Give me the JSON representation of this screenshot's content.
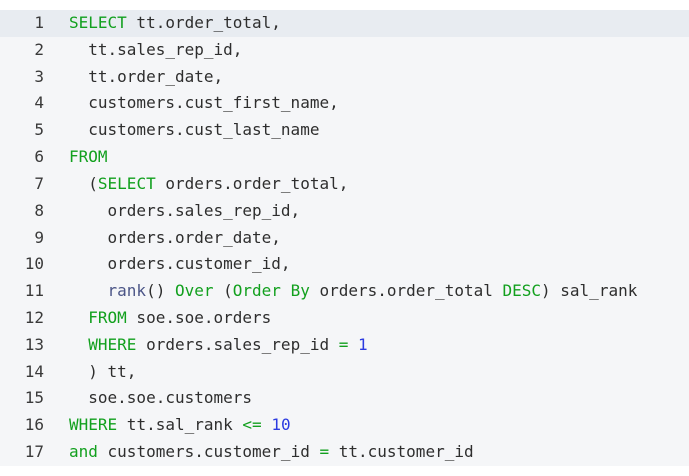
{
  "editor": {
    "language": "sql",
    "highlighted_line": "1",
    "colors": {
      "background": "#f5f6f8",
      "highlight_row": "#e8ecf1",
      "text": "#2e2e2e",
      "line_number": "#3a3a3a",
      "keyword": "#12a01e",
      "function": "#4b5587",
      "number": "#2b3ae0"
    },
    "lines": [
      {
        "number": "1",
        "tokens": [
          {
            "text": "SELECT",
            "type": "keyword"
          },
          {
            "text": " tt.order_total,",
            "type": "plain"
          }
        ]
      },
      {
        "number": "2",
        "tokens": [
          {
            "text": "  tt.sales_rep_id,",
            "type": "plain"
          }
        ]
      },
      {
        "number": "3",
        "tokens": [
          {
            "text": "  tt.order_date,",
            "type": "plain"
          }
        ]
      },
      {
        "number": "4",
        "tokens": [
          {
            "text": "  customers.cust_first_name,",
            "type": "plain"
          }
        ]
      },
      {
        "number": "5",
        "tokens": [
          {
            "text": "  customers.cust_last_name",
            "type": "plain"
          }
        ]
      },
      {
        "number": "6",
        "tokens": [
          {
            "text": "FROM",
            "type": "keyword"
          }
        ]
      },
      {
        "number": "7",
        "tokens": [
          {
            "text": "  (",
            "type": "plain"
          },
          {
            "text": "SELECT",
            "type": "keyword"
          },
          {
            "text": " orders.order_total,",
            "type": "plain"
          }
        ]
      },
      {
        "number": "8",
        "tokens": [
          {
            "text": "    orders.sales_rep_id,",
            "type": "plain"
          }
        ]
      },
      {
        "number": "9",
        "tokens": [
          {
            "text": "    orders.order_date,",
            "type": "plain"
          }
        ]
      },
      {
        "number": "10",
        "tokens": [
          {
            "text": "    orders.customer_id,",
            "type": "plain"
          }
        ]
      },
      {
        "number": "11",
        "tokens": [
          {
            "text": "    ",
            "type": "plain"
          },
          {
            "text": "rank",
            "type": "function"
          },
          {
            "text": "() ",
            "type": "plain"
          },
          {
            "text": "Over",
            "type": "keyword"
          },
          {
            "text": " (",
            "type": "plain"
          },
          {
            "text": "Order By",
            "type": "keyword"
          },
          {
            "text": " orders.order_total ",
            "type": "plain"
          },
          {
            "text": "DESC",
            "type": "keyword"
          },
          {
            "text": ") sal_rank",
            "type": "plain"
          }
        ]
      },
      {
        "number": "12",
        "tokens": [
          {
            "text": "  ",
            "type": "plain"
          },
          {
            "text": "FROM",
            "type": "keyword"
          },
          {
            "text": " soe.soe.orders",
            "type": "plain"
          }
        ]
      },
      {
        "number": "13",
        "tokens": [
          {
            "text": "  ",
            "type": "plain"
          },
          {
            "text": "WHERE",
            "type": "keyword"
          },
          {
            "text": " orders.sales_rep_id ",
            "type": "plain"
          },
          {
            "text": "=",
            "type": "keyword"
          },
          {
            "text": " ",
            "type": "plain"
          },
          {
            "text": "1",
            "type": "number"
          }
        ]
      },
      {
        "number": "14",
        "tokens": [
          {
            "text": "  ) tt,",
            "type": "plain"
          }
        ]
      },
      {
        "number": "15",
        "tokens": [
          {
            "text": "  soe.soe.customers",
            "type": "plain"
          }
        ]
      },
      {
        "number": "16",
        "tokens": [
          {
            "text": "WHERE",
            "type": "keyword"
          },
          {
            "text": " tt.sal_rank ",
            "type": "plain"
          },
          {
            "text": "<=",
            "type": "keyword"
          },
          {
            "text": " ",
            "type": "plain"
          },
          {
            "text": "10",
            "type": "number"
          }
        ]
      },
      {
        "number": "17",
        "tokens": [
          {
            "text": "and",
            "type": "keyword"
          },
          {
            "text": " customers.customer_id ",
            "type": "plain"
          },
          {
            "text": "=",
            "type": "keyword"
          },
          {
            "text": " tt.customer_id",
            "type": "plain"
          }
        ]
      }
    ]
  }
}
